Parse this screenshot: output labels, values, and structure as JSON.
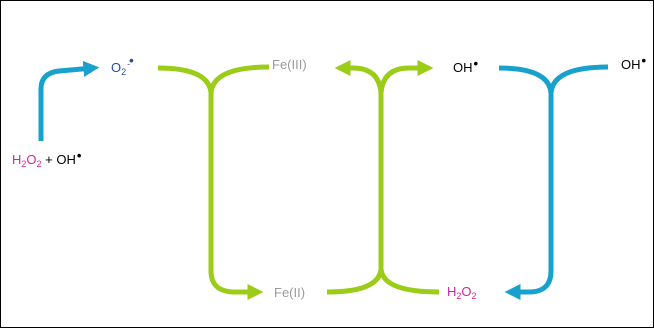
{
  "colors": {
    "h2o2": "#d4269b",
    "superoxide": "#2a4b9b",
    "iron": "#9a9a9a",
    "hydroxyl": "#000000",
    "arrow_blue": "#18a1cc",
    "arrow_green": "#9bcc18"
  },
  "labels": {
    "h2o2_left": {
      "h": "H",
      "sub2": "2",
      "o": "O",
      "sub2b": "2",
      "plus": " + OH",
      "dot": "•"
    },
    "superoxide": {
      "o": "O",
      "sub": "2",
      "sup": "-",
      "dot": "•"
    },
    "fe3": "Fe(III)",
    "oh_mid": {
      "text": "OH",
      "dot": "•"
    },
    "oh_right": {
      "text": "OH",
      "dot": "•"
    },
    "fe2": "Fe(II)",
    "h2o2_bottom": {
      "h": "H",
      "sub2": "2",
      "o": "O",
      "sub2b": "2"
    }
  }
}
